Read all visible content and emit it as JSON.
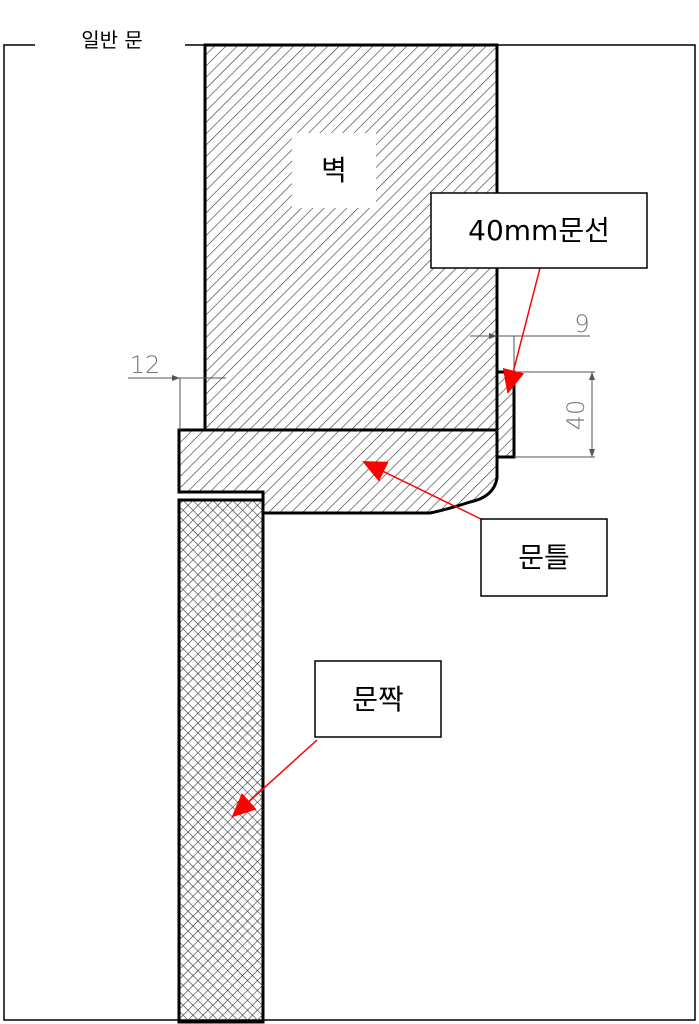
{
  "title": "일반 문",
  "labels": {
    "wall": "벽",
    "casing": "40mm문선",
    "frame": "문틀",
    "door_leaf": "문짝"
  },
  "dimensions": {
    "casing_thickness": "9",
    "casing_width": "40",
    "frame_offset": "12"
  },
  "colors": {
    "arrow": "#ff0000",
    "line": "#000000",
    "dimension": "#777777"
  }
}
